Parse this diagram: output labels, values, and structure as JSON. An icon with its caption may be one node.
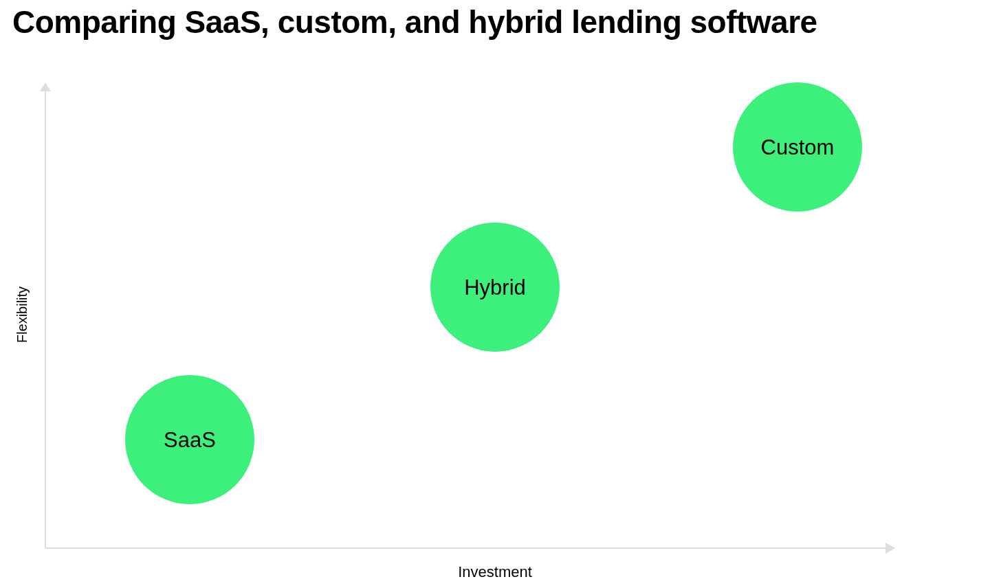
{
  "diagram": {
    "title": "Comparing SaaS, custom, and hybrid lending software",
    "nodes": [
      {
        "text": [
          "SaaS"
        ]
      },
      {
        "text": [
          "Hybrid"
        ]
      },
      {
        "text": [
          "Custom"
        ]
      }
    ],
    "labels": [
      "Flexibility",
      "Investment"
    ]
  }
}
